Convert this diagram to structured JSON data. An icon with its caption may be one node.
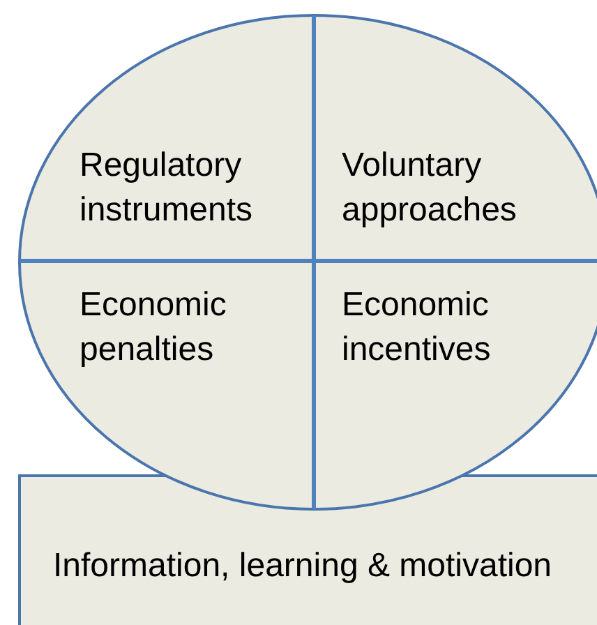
{
  "diagram": {
    "nodes": [
      {
        "text": [],
        "shape": "circle"
      },
      {
        "text": [
          "Regulatory instruments"
        ],
        "in": 0
      },
      {
        "text": [
          "Voluntary approaches"
        ],
        "in": 0
      },
      {
        "text": [
          "Economic penalties"
        ],
        "in": 0
      },
      {
        "text": [
          "Economic incentives"
        ],
        "in": 0
      },
      {
        "text": [
          "Information, learning & motivation"
        ]
      }
    ]
  }
}
